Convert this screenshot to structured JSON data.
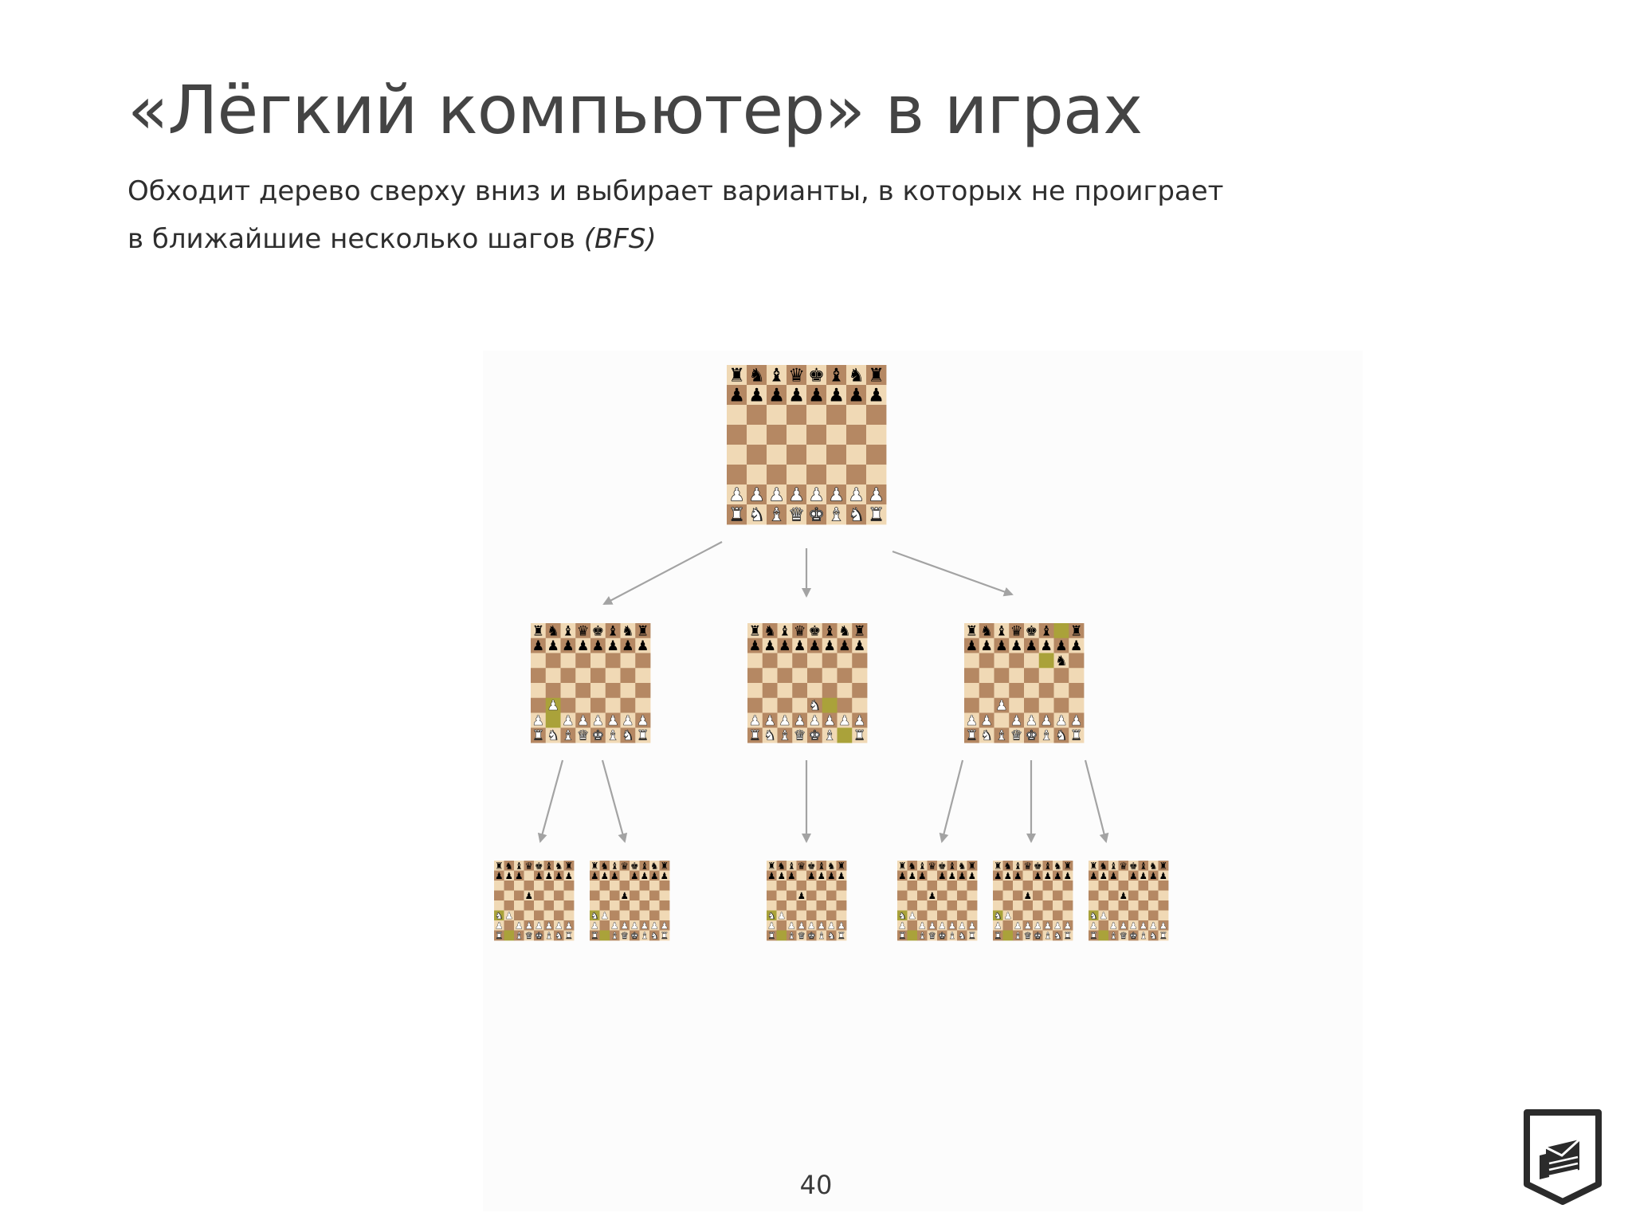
{
  "slide": {
    "title": "«Лёгкий компьютер» в играх",
    "subtitle_line1": "Обходит дерево сверху вниз и выбирает варианты, в которых не проиграет",
    "subtitle_line2_text": "в ближайшие несколько шагов ",
    "subtitle_line2_em": "(BFS)",
    "page_number": "40"
  },
  "colors": {
    "light_square": "#f0d9b5",
    "dark_square": "#b58863",
    "highlight_square": "#aaa23a",
    "arrow": "#a3a3a3",
    "white_piece": "#ffffff",
    "black_piece": "#000000",
    "logo": "#2b2b2b"
  },
  "icons": {
    "logo": "shield-cube-logo-icon"
  },
  "tree": {
    "root": {
      "position": [
        "rnbqkbnr",
        "pppppppp",
        "........",
        "........",
        "........",
        "........",
        "PPPPPPPP",
        "RNBQKBNR"
      ],
      "highlights": []
    },
    "children": [
      {
        "position": [
          "rnbqkbnr",
          "pppppppp",
          "........",
          "........",
          "........",
          ".P......",
          "P.PPPPPP",
          "RNBQKBNR"
        ],
        "highlights": [
          "b2",
          "b3"
        ],
        "children": [
          {
            "position": [
              "rnbqkbnr",
              "ppp.pppp",
              "........",
              "...p....",
              "........",
              "NP......",
              "P.PPPPPP",
              "R.BQKBNR"
            ],
            "highlights": [
              "b1",
              "a3"
            ]
          },
          {
            "position": [
              "rnbqkbnr",
              "ppp.pppp",
              "........",
              "...p....",
              "........",
              "NP......",
              "P.PPPPPP",
              "R.BQKBNR"
            ],
            "highlights": [
              "b1",
              "a3"
            ]
          }
        ]
      },
      {
        "position": [
          "rnbqkbnr",
          "pppppppp",
          "........",
          "........",
          "........",
          "....N...",
          "PPPPPPPP",
          "RNBQKB.R"
        ],
        "highlights": [
          "g1",
          "f3"
        ],
        "children": [
          {
            "position": [
              "rnbqkbnr",
              "ppp.pppp",
              "........",
              "...p....",
              "........",
              "NP......",
              "P.PPPPPP",
              "R.BQKBNR"
            ],
            "highlights": [
              "b1",
              "a3"
            ]
          }
        ]
      },
      {
        "position": [
          "rnbqkb.r",
          "pppppppp",
          "......n.",
          "........",
          "........",
          "..P.....",
          "PP.PPPPP",
          "RNBQKBNR"
        ],
        "highlights": [
          "g8",
          "f6"
        ],
        "children": [
          {
            "position": [
              "rnbqkbnr",
              "ppp.pppp",
              "........",
              "...p....",
              "........",
              "NP......",
              "P.PPPPPP",
              "R.BQKBNR"
            ],
            "highlights": [
              "b1",
              "a3"
            ]
          },
          {
            "position": [
              "rnbqkbnr",
              "ppp.pppp",
              "........",
              "...p....",
              "........",
              "NP......",
              "P.PPPPPP",
              "R.BQKBNR"
            ],
            "highlights": [
              "b1",
              "a3"
            ]
          },
          {
            "position": [
              "rnbqkbnr",
              "ppp.pppp",
              "........",
              "...p....",
              "........",
              "NP......",
              "P.PPPPPP",
              "R.BQKBNR"
            ],
            "highlights": [
              "b1",
              "a3"
            ]
          }
        ]
      }
    ]
  }
}
